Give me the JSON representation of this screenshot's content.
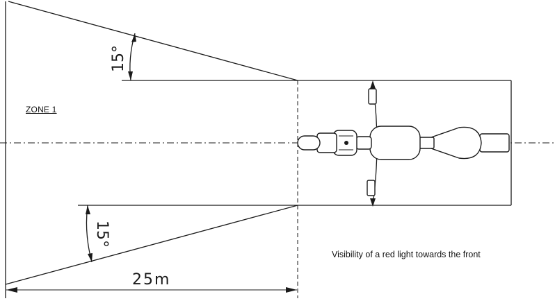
{
  "zone_label": "ZONE 1",
  "angle_top": "15°",
  "angle_bottom": "15°",
  "distance_label": "25m",
  "caption": "Visibility of a red light towards the front"
}
